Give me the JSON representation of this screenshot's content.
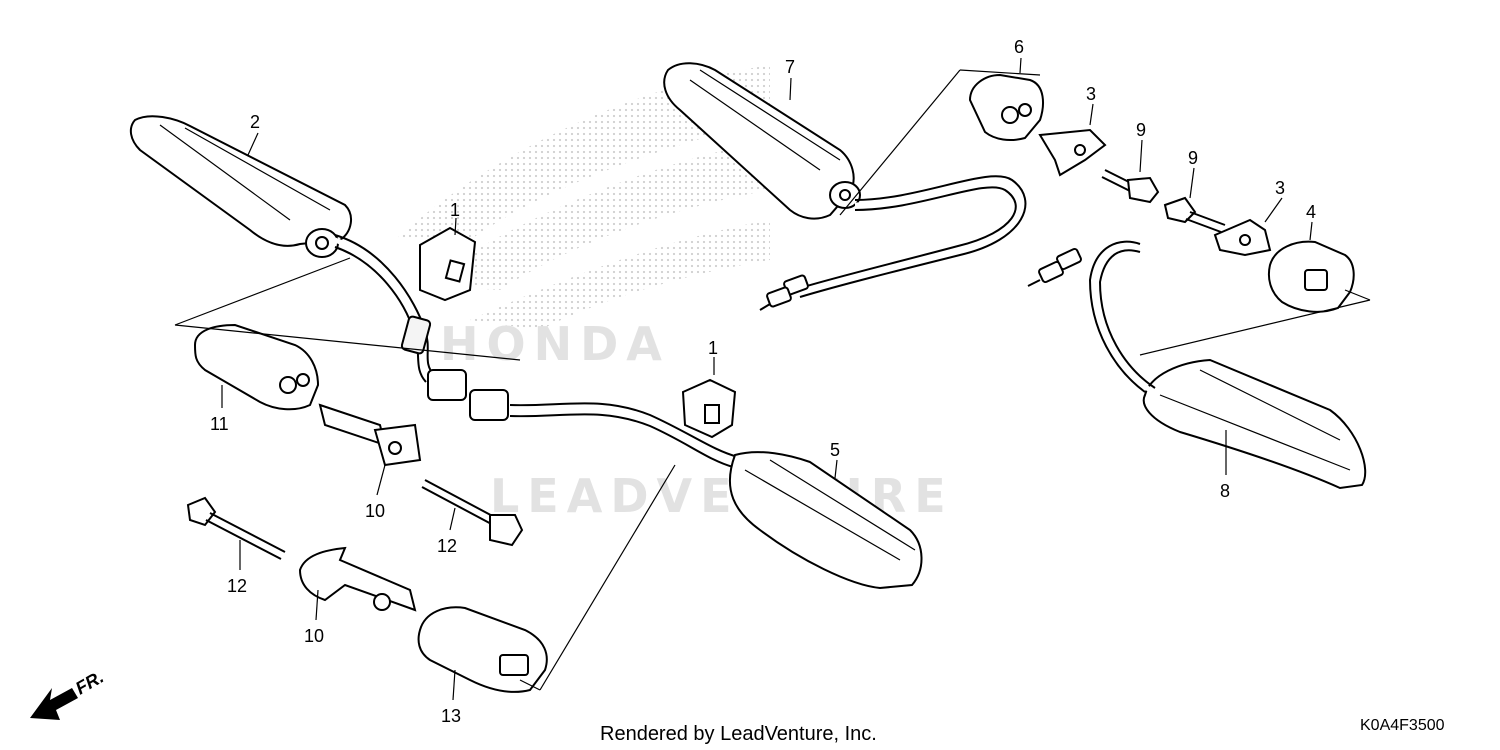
{
  "watermarks": {
    "brand": "HONDA",
    "company": "LEADVENTURE"
  },
  "callouts": {
    "c1a": "1",
    "c1b": "1",
    "c2": "2",
    "c3a": "3",
    "c3b": "3",
    "c4": "4",
    "c5": "5",
    "c6": "6",
    "c7": "7",
    "c8": "8",
    "c9a": "9",
    "c9b": "9",
    "c10a": "10",
    "c10b": "10",
    "c11": "11",
    "c12a": "12",
    "c12b": "12",
    "c13": "13"
  },
  "footer": {
    "credit": "Rendered by LeadVenture, Inc.",
    "diagram_code": "K0A4F3500"
  },
  "direction": {
    "front_label": "FR."
  },
  "icons": {
    "front_arrow": "arrow-icon"
  }
}
